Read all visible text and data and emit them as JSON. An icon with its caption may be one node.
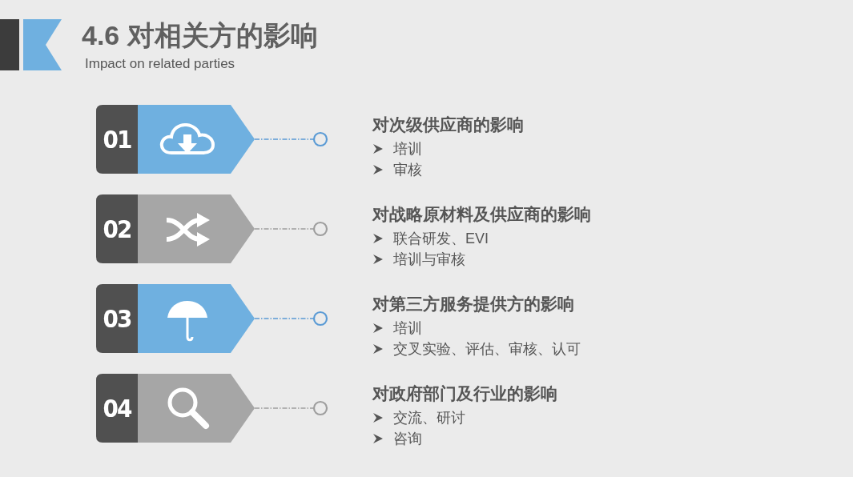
{
  "diagram": {
    "title": "4.6 对相关方的影响",
    "nodes": [
      {
        "text": [
          "01"
        ]
      },
      {
        "text": [],
        "shape": "circle",
        "beside": [
          "对次级供应商的影响",
          "培训",
          "审核"
        ]
      },
      {
        "text": [
          "02"
        ]
      },
      {
        "text": [],
        "shape": "circle",
        "beside": [
          "对战略原材料及供应商的影响",
          "联合研发、EVI",
          "培训与审核"
        ]
      },
      {
        "text": [
          "03"
        ]
      },
      {
        "text": [],
        "shape": "circle",
        "beside": [
          "对第三方服务提供方的影响",
          "培训",
          "交叉实验、评估、审核、认可"
        ]
      },
      {
        "text": [
          "04"
        ]
      },
      {
        "text": [],
        "shape": "circle",
        "beside": [
          "对政府部门及行业的影响",
          "交流、研讨",
          "咨询"
        ]
      }
    ],
    "edges": [
      {
        "from": 0,
        "to": 1,
        "arrow": "none",
        "style": "dashed"
      },
      {
        "from": 2,
        "to": 3,
        "arrow": "none",
        "style": "dashed",
        "color": "#9e9e9e"
      },
      {
        "from": 4,
        "to": 5,
        "arrow": "none",
        "style": "dashed"
      },
      {
        "from": 6,
        "to": 7,
        "arrow": "none",
        "style": "dashed",
        "color": "#9e9e9e"
      }
    ],
    "labels": [
      "Impact on related parties"
    ]
  }
}
